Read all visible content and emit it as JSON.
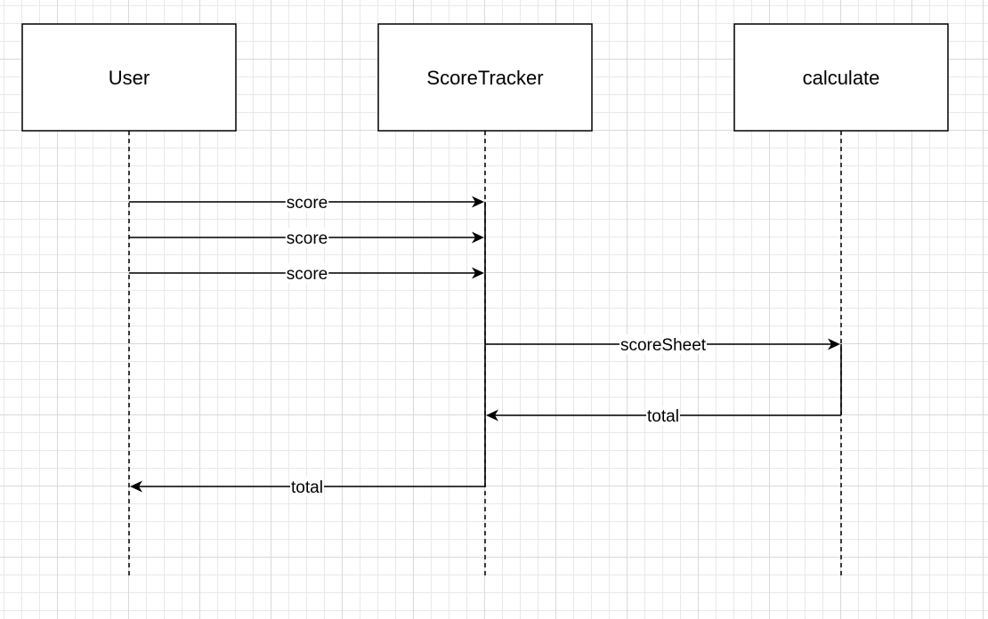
{
  "diagram": {
    "type": "sequence",
    "participants": [
      {
        "id": "user",
        "label": "User"
      },
      {
        "id": "tracker",
        "label": "ScoreTracker"
      },
      {
        "id": "calc",
        "label": "calculate"
      }
    ],
    "messages": [
      {
        "from": "user",
        "to": "tracker",
        "label": "score"
      },
      {
        "from": "user",
        "to": "tracker",
        "label": "score"
      },
      {
        "from": "user",
        "to": "tracker",
        "label": "score"
      },
      {
        "from": "tracker",
        "to": "calc",
        "label": "scoreSheet"
      },
      {
        "from": "calc",
        "to": "tracker",
        "label": "total"
      },
      {
        "from": "tracker",
        "to": "user",
        "label": "total"
      }
    ]
  }
}
